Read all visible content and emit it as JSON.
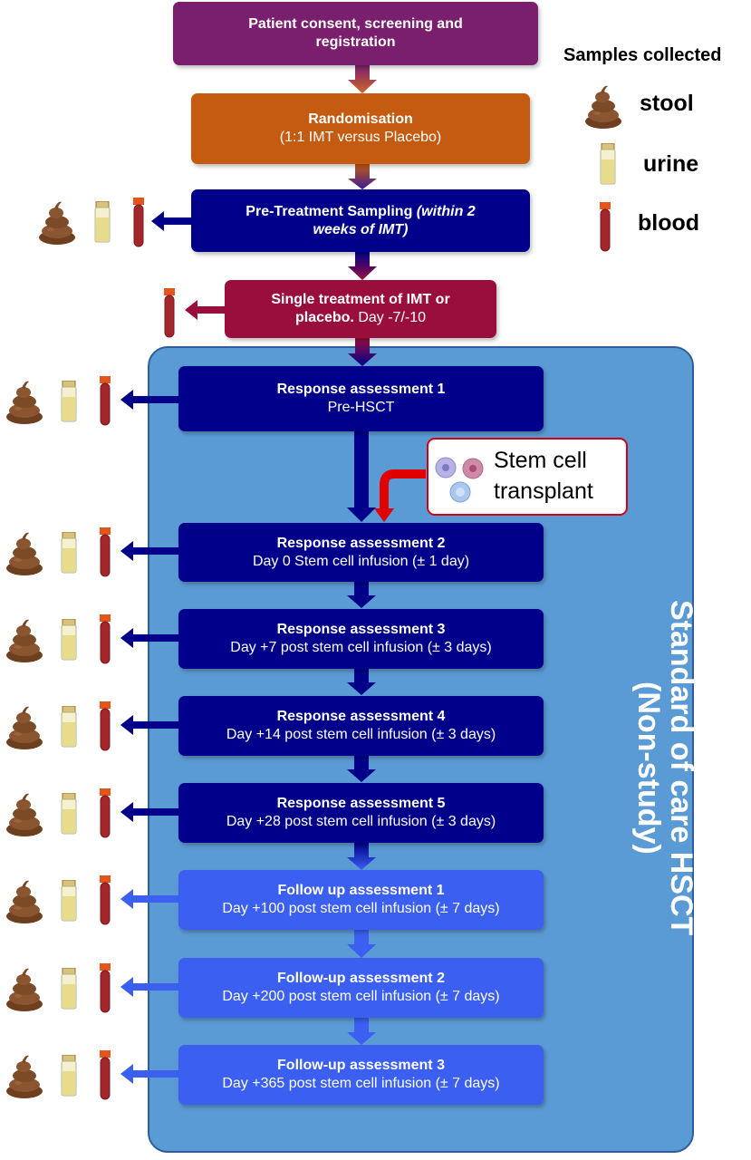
{
  "steps": {
    "consent": {
      "line1": "Patient consent, screening and",
      "line2": "registration"
    },
    "randomisation": {
      "title": "Randomisation",
      "sub": "(1:1 IMT versus Placebo)"
    },
    "pretreatment": {
      "title": "Pre-Treatment Sampling ",
      "title_em": "(within 2",
      "line2_em": "weeks of IMT)"
    },
    "treatment": {
      "title1": "Single treatment of IMT or",
      "title2": "placebo.",
      "sub": " Day -7/-10"
    },
    "ra1": {
      "title": "Response assessment 1",
      "sub": "Pre-HSCT"
    },
    "ra2": {
      "title": "Response assessment 2",
      "sub": "Day 0 Stem cell infusion (± 1 day)"
    },
    "ra3": {
      "title": "Response assessment 3",
      "sub": "Day +7 post stem cell infusion (± 3 days)"
    },
    "ra4": {
      "title": "Response assessment 4",
      "sub": "Day +14 post stem cell infusion (± 3 days)"
    },
    "ra5": {
      "title": "Response assessment 5",
      "sub": "Day +28 post stem cell infusion (± 3 days)"
    },
    "fu1": {
      "title": "Follow up assessment 1",
      "sub": "Day +100 post stem cell infusion (± 7 days)"
    },
    "fu2": {
      "title": "Follow-up assessment 2",
      "sub": "Day +200 post stem cell infusion (± 7 days)"
    },
    "fu3": {
      "title": "Follow-up assessment 3",
      "sub": "Day +365 post stem cell infusion (± 7 days)"
    }
  },
  "legend": {
    "title": "Samples collected",
    "stool": "stool",
    "urine": "urine",
    "blood": "blood"
  },
  "callout": {
    "line1": "Stem cell",
    "line2": "transplant"
  },
  "panel_label": {
    "line1": "Standard of care HSCT",
    "line2": "(Non-study)"
  },
  "colors": {
    "consent": "#7a1f6e",
    "randomisation": "#c55a11",
    "navy": "#00008b",
    "treatment": "#9a0e3e",
    "followup": "#3b5ff0",
    "panel": "#5b9bd5",
    "stool": "#7b4a26",
    "urine": "#e8e0a0",
    "blood": "#a3262a"
  }
}
